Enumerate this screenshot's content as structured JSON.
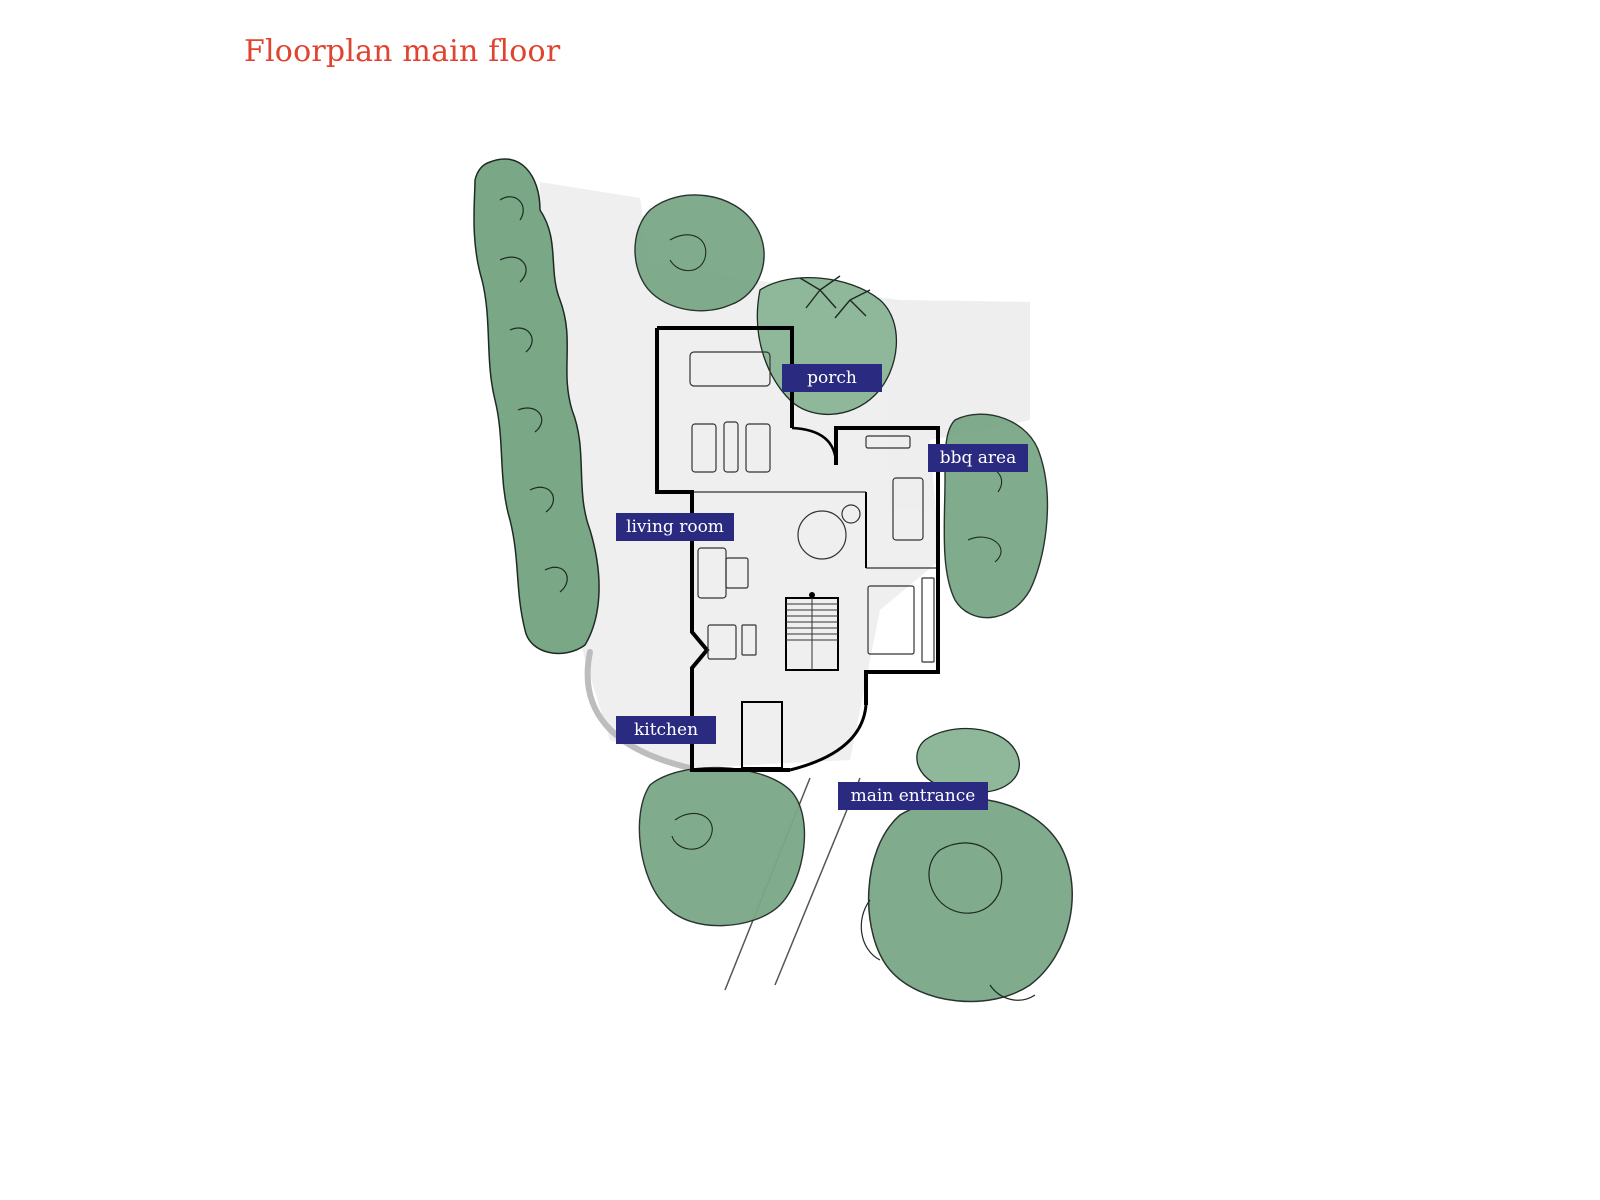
{
  "title": "Floorplan main floor",
  "colors": {
    "title": "#e0432f",
    "label_background": "#2a2a80",
    "label_text": "#ffffff",
    "wall": "#000000",
    "tree_fill": "#7aa887",
    "tree_fill_light": "#a5c7ad",
    "tree_outline": "#1e2a22",
    "ground_wash": "#ececec",
    "path": "#bdbdbd"
  },
  "labels": {
    "porch": "porch",
    "bbq_area": "bbq area",
    "living_room": "living room",
    "kitchen": "kitchen",
    "main_entrance": "main entrance"
  }
}
